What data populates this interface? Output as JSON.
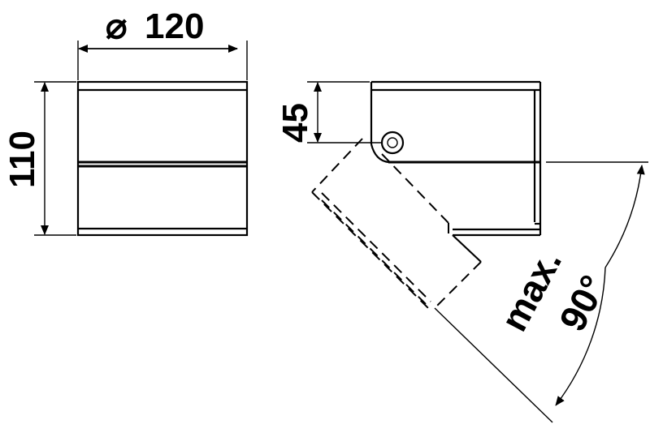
{
  "dimensions": {
    "diameter_symbol": "⌀",
    "width": "120",
    "height": "110",
    "pivot_height": "45"
  },
  "tilt": {
    "label_line1": "max.",
    "label_line2": "90°"
  }
}
